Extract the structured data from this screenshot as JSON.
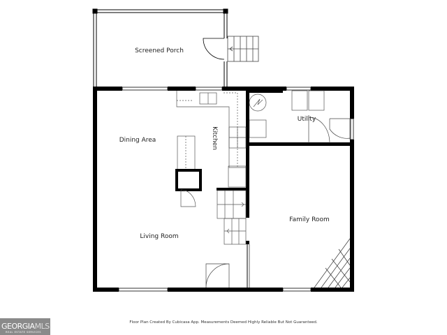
{
  "rooms": {
    "screened_porch": "Screened Porch",
    "dining_area": "Dining Area",
    "kitchen": "Kitchen",
    "utility": "Utility",
    "family_room": "Family Room",
    "living_room": "Living Room"
  },
  "footer_note": "Floor Plan Created By Cubicasa App. Measurements Deemed Highly Reliable But Not Guaranteed.",
  "logo": {
    "text_main": "GEORGIA",
    "text_accent": "MLS",
    "text_sub": "REAL ESTATE SERVICES"
  },
  "colors": {
    "wall": "#000000",
    "fixture": "#555555",
    "logo_bg": "#8a8a8a"
  }
}
